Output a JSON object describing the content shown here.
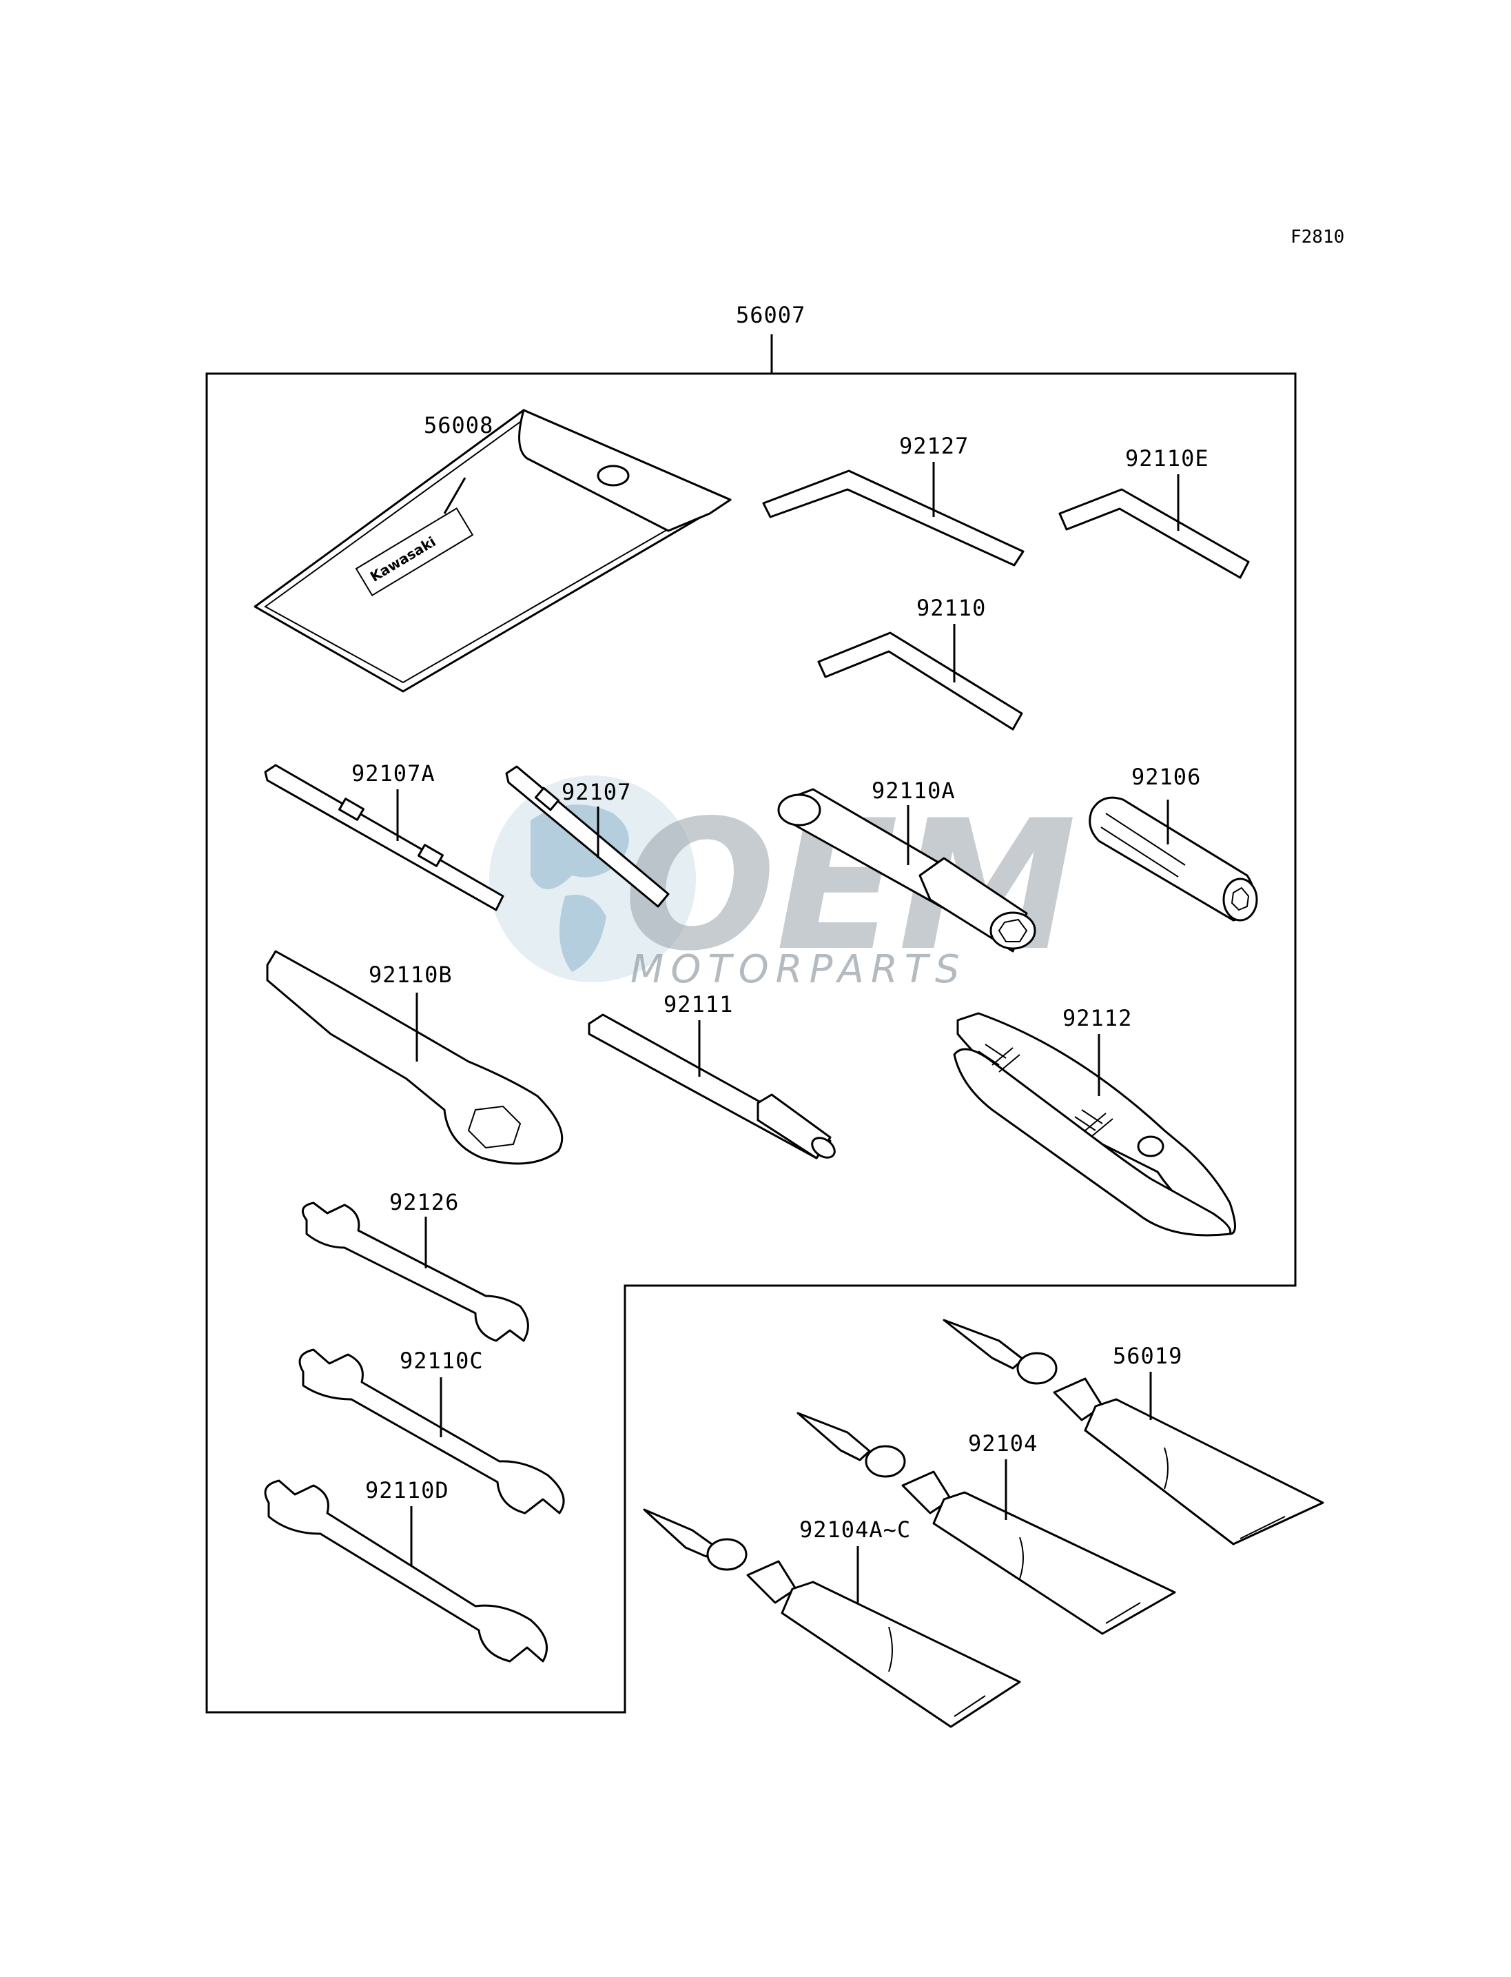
{
  "figure_id": "F2810",
  "assembly_label": "56007",
  "bag_brand": "Kawasaki",
  "watermark": {
    "line1": "OEM",
    "line2": "MOTORPARTS"
  },
  "parts": [
    {
      "id": "56008",
      "name": "tool-bag"
    },
    {
      "id": "92127",
      "name": "hex-key-large"
    },
    {
      "id": "92110E",
      "name": "hex-key-small"
    },
    {
      "id": "92110",
      "name": "hex-key-medium"
    },
    {
      "id": "92107A",
      "name": "screwdriver-flat"
    },
    {
      "id": "92107",
      "name": "screwdriver-phillips"
    },
    {
      "id": "92110A",
      "name": "spark-plug-wrench"
    },
    {
      "id": "92106",
      "name": "screwdriver-handle"
    },
    {
      "id": "92110B",
      "name": "box-wrench"
    },
    {
      "id": "92111",
      "name": "extension-bar"
    },
    {
      "id": "92112",
      "name": "pliers"
    },
    {
      "id": "92126",
      "name": "open-wrench-small"
    },
    {
      "id": "92110C",
      "name": "open-wrench-medium"
    },
    {
      "id": "92110D",
      "name": "open-wrench-large"
    },
    {
      "id": "56019",
      "name": "grease-tube-1"
    },
    {
      "id": "92104",
      "name": "grease-tube-2"
    },
    {
      "id": "92104A~C",
      "name": "grease-tube-3"
    }
  ]
}
